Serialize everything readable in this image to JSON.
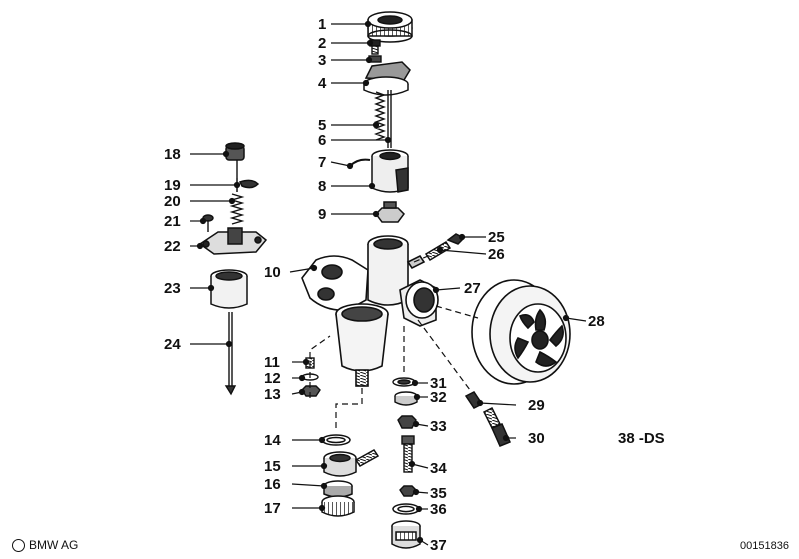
{
  "diagram": {
    "variant_code": "38 -DS",
    "brand": "BMW AG",
    "drawing_id": "00151836",
    "callouts": [
      "1",
      "2",
      "3",
      "4",
      "5",
      "6",
      "7",
      "8",
      "9",
      "10",
      "11",
      "12",
      "13",
      "14",
      "15",
      "16",
      "17",
      "18",
      "19",
      "20",
      "21",
      "22",
      "23",
      "24",
      "25",
      "26",
      "27",
      "28",
      "29",
      "30",
      "31",
      "32",
      "33",
      "34",
      "35",
      "36",
      "37"
    ]
  }
}
